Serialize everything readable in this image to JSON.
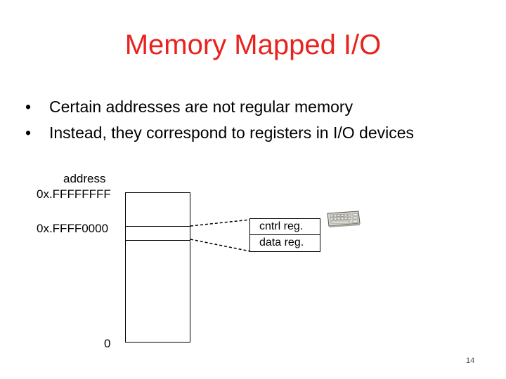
{
  "slide": {
    "title": "Memory Mapped I/O",
    "bullets": [
      "Certain addresses are not regular memory",
      "Instead, they correspond to registers in I/O devices"
    ],
    "page_number": "14"
  },
  "diagram": {
    "address_label": "address",
    "top_address": "0x.FFFFFFFF",
    "mmio_address": "0x.FFFF0000",
    "bottom_address": "0",
    "registers": [
      "cntrl reg.",
      "data reg."
    ],
    "device_icon": "keyboard-icon"
  }
}
